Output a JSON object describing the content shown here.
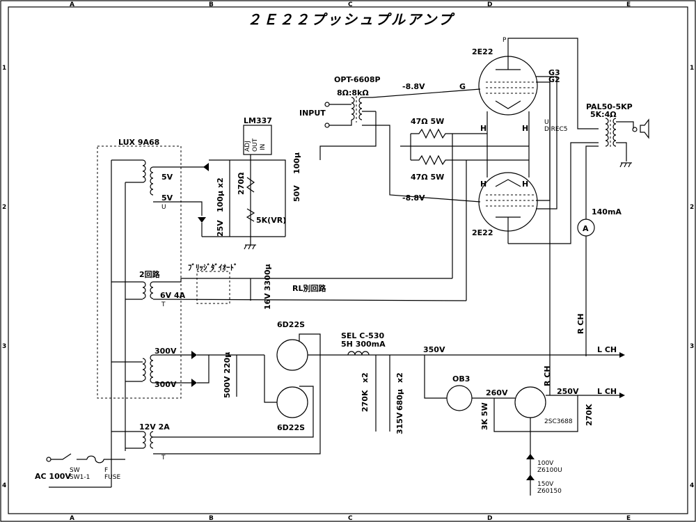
{
  "title": "２Ｅ２２プッシュプルアンプ",
  "grid": {
    "cols": [
      "A",
      "B",
      "C",
      "D",
      "E"
    ],
    "rows": [
      "1",
      "2",
      "3",
      "4"
    ]
  },
  "labels": {
    "tube_top": "2E22",
    "tube_bot": "2E22",
    "opt": "OPT-6608P",
    "opt_imp": "8Ω:8kΩ",
    "input": "INPUT",
    "bias_top": "-8.8V",
    "bias_bot": "-8.8V",
    "g": "G",
    "g3": "G3",
    "g2": "G2",
    "p": "P",
    "r47a": "47Ω  5W",
    "r47b": "47Ω  5W",
    "h1": "H",
    "h2": "H",
    "h3": "H",
    "h4": "H",
    "u_direc": "U",
    "direc5": "DIREC5",
    "pal": "PAL50-5KP",
    "pal_imp": "5K:4Ω",
    "lm337": "LM337",
    "adj": "ADJ",
    "out": "OUT",
    "in": "IN",
    "cap100u": "100μ",
    "v50": "50V",
    "r270": "270Ω",
    "x2a": "x2",
    "c100u2": "100μ",
    "v25": "25V",
    "vr5k": "5K(VR)",
    "lux": "LUX 9A68",
    "v5a": "5V",
    "v5b": "5V",
    "u1": "U",
    "bridge": "ﾌﾞﾘｯｼﾞﾀﾞｲｵｰﾄﾞ",
    "c33000": "3300μ",
    "v16": "16V",
    "rl": "RL別回路",
    "two_circ": "2回路",
    "v6_4a": "6V 4A",
    "t1": "T",
    "ma140": "140mA",
    "ammeter": "A",
    "d6d22_top": "6D22S",
    "d6d22_bot": "6D22S",
    "v300a": "300V",
    "v300b": "300V",
    "c220": "500V 220μ",
    "sel": "SEL C-530",
    "choke": "5H  300mA",
    "v350": "350V",
    "lch1": "L CH",
    "rch1": "R CH",
    "x2b": "x2",
    "x2c": "x2",
    "r270k": "270K",
    "c680": "680μ",
    "v315": "315V",
    "ob3": "OB3",
    "v260": "260V",
    "r3k": "3K  5W",
    "tr": "2SC3688",
    "v250": "250V",
    "lch2": "L CH",
    "r270k2": "270K",
    "rch2": "R CH",
    "z100": "100V",
    "z6100u": "Z6100U",
    "z150": "150V",
    "z60150": "Z60150",
    "v12_2a": "12V 2A",
    "t2": "T",
    "ac100": "AC 100V",
    "sw": "SW",
    "sw1": "SW1-1",
    "f": "F",
    "fuse": "FUSE"
  }
}
